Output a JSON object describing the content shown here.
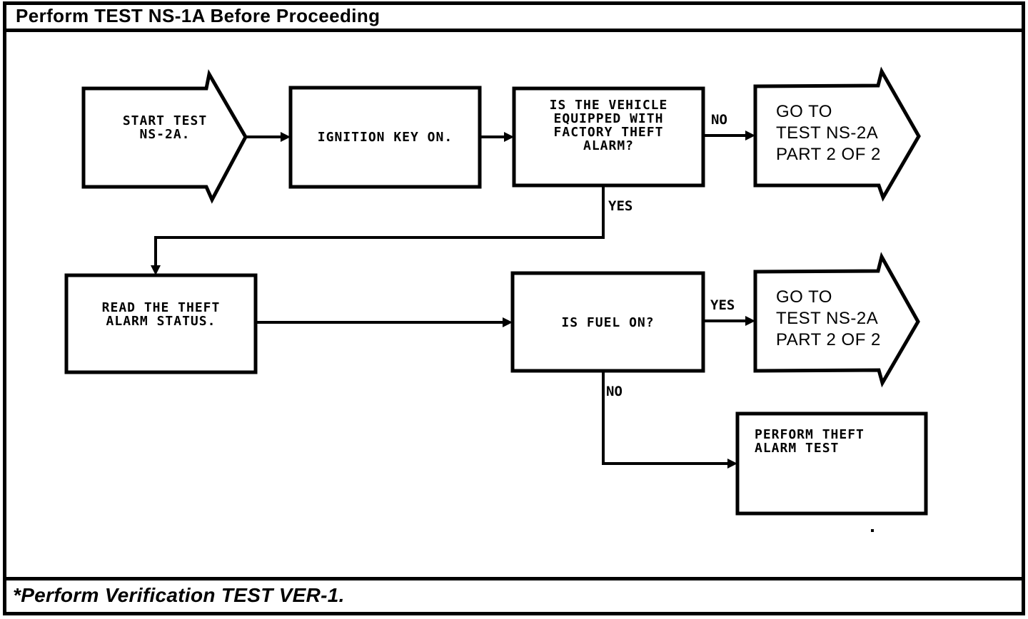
{
  "page": {
    "title": "Perform TEST NS-1A Before Proceeding",
    "footnote": "*Perform Verification TEST VER-1."
  },
  "colors": {
    "ink": "#000000",
    "paper": "#ffffff"
  },
  "flowchart": {
    "nodes": {
      "start": {
        "lines": [
          "START TEST",
          "NS-2A."
        ]
      },
      "ignition": {
        "lines": [
          "IGNITION KEY ON."
        ]
      },
      "vehicle_alarm_question": {
        "lines": [
          "IS THE VEHICLE",
          "EQUIPPED WITH",
          "FACTORY THEFT",
          "ALARM?"
        ]
      },
      "goto_ns2a_top": {
        "lines": [
          "GO TO",
          "TEST NS-2A",
          "PART 2 OF 2"
        ]
      },
      "read_status": {
        "lines": [
          "READ THE THEFT",
          "ALARM STATUS."
        ]
      },
      "fuel_question": {
        "lines": [
          "IS FUEL ON?"
        ]
      },
      "goto_ns2a_bottom": {
        "lines": [
          "GO TO",
          "TEST NS-2A",
          "PART 2 OF 2"
        ]
      },
      "perform_alarm_test": {
        "lines": [
          "PERFORM THEFT",
          "ALARM TEST"
        ]
      }
    },
    "edge_labels": {
      "vehicle_no": "NO",
      "vehicle_yes": "YES",
      "fuel_yes": "YES",
      "fuel_no": "NO"
    }
  }
}
